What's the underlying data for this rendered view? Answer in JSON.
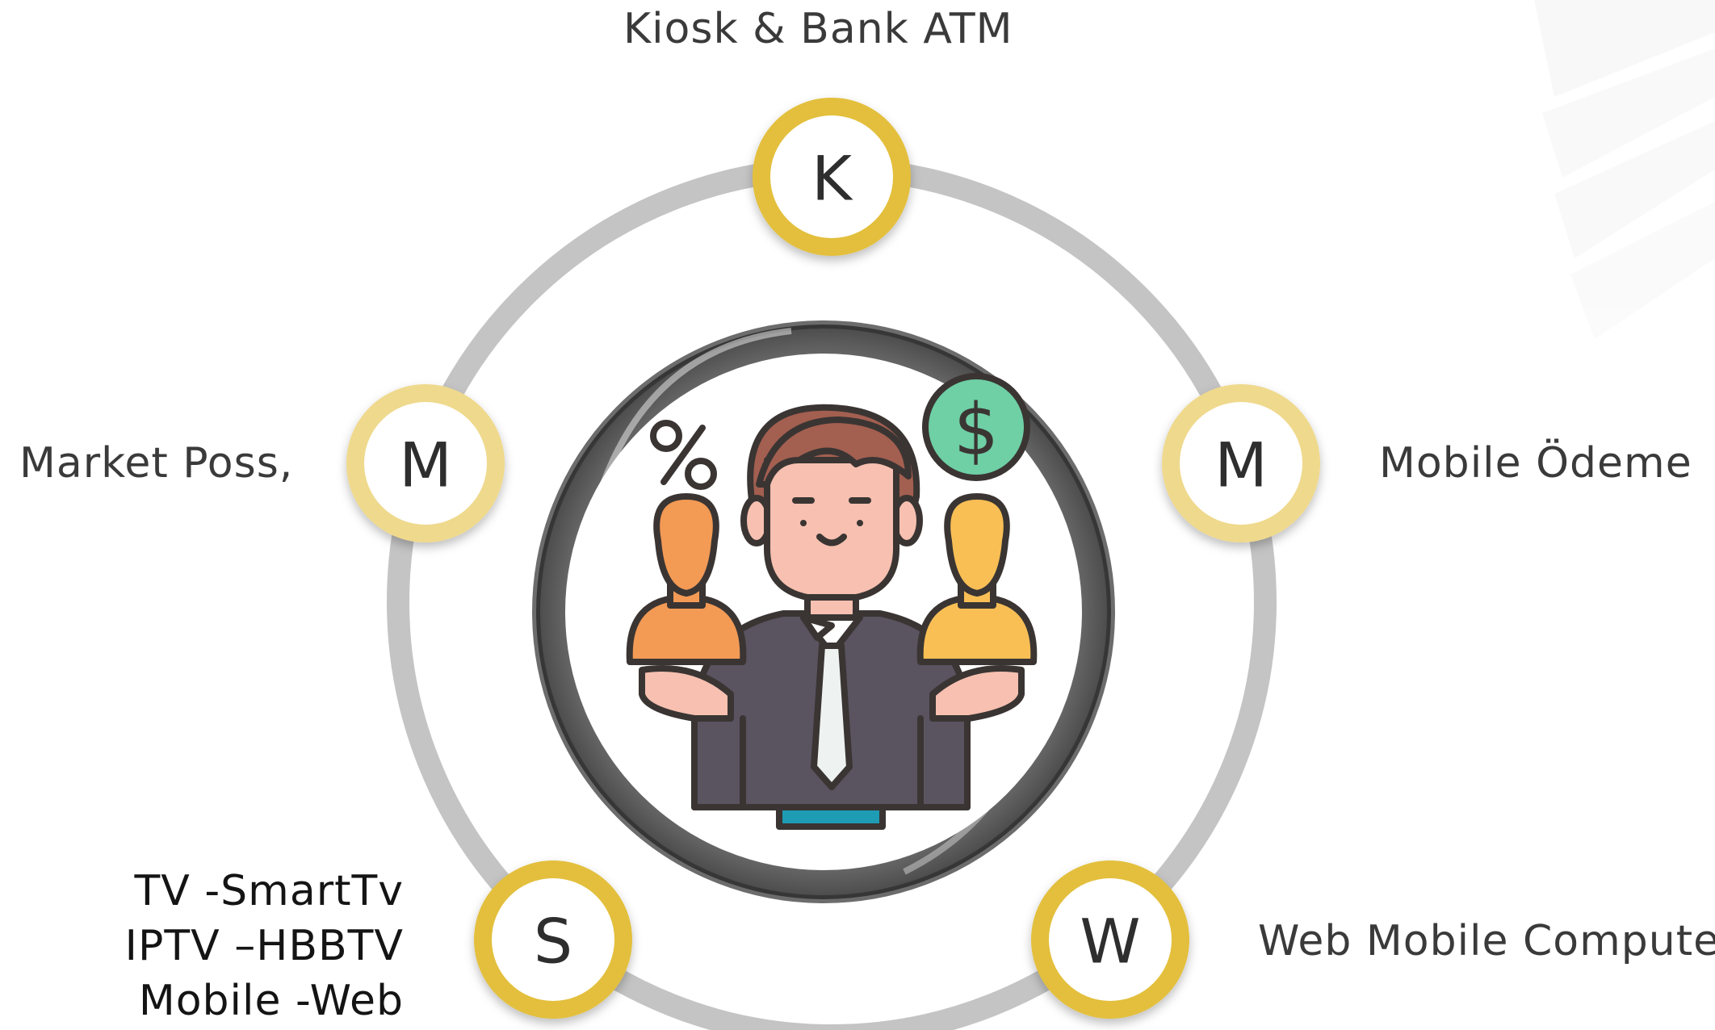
{
  "nodes": [
    {
      "id": "kiosk",
      "letter": "K",
      "label": "Kiosk & Bank ATM",
      "ring_color": "#E3BF3D"
    },
    {
      "id": "market",
      "letter": "M",
      "label": "Market Poss,",
      "ring_color": "#EFD98D"
    },
    {
      "id": "mobile",
      "letter": "M",
      "label": "Mobile Ödeme",
      "ring_color": "#EFD98D"
    },
    {
      "id": "smarttv",
      "letter": "S",
      "label_lines": [
        "TV -SmartTv",
        "IPTV –HBBTV",
        "Mobile -Web"
      ],
      "ring_color": "#E3BF3D"
    },
    {
      "id": "web",
      "letter": "W",
      "label": "Web Mobile Computer",
      "ring_color": "#E3BF3D"
    }
  ],
  "center": {
    "icon": "businessman-with-customers-icon",
    "symbols": [
      "%",
      "$"
    ]
  },
  "colors": {
    "orbit": "#C4C4C4",
    "dollar_badge": "#6FCFA5",
    "left_person": "#F39A55",
    "right_person": "#F9BF55"
  }
}
